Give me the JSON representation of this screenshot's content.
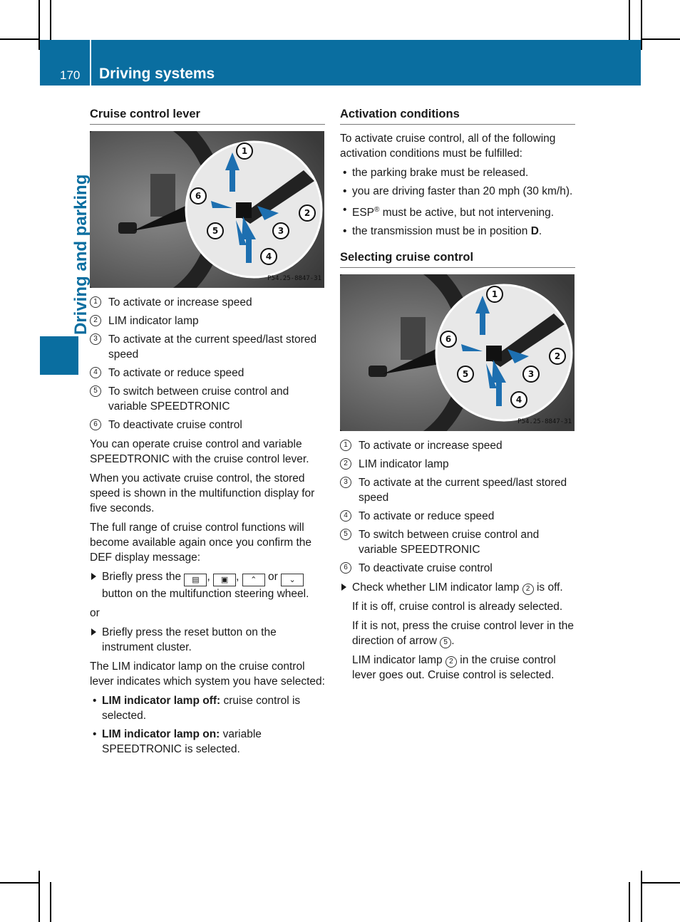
{
  "header": {
    "page_number": "170",
    "chapter": "Driving systems"
  },
  "side_tab": "Driving and parking",
  "left": {
    "heading": "Cruise control lever",
    "figure_code": "P54.25-8847-31",
    "legend": [
      {
        "num": "1",
        "text": "To activate or increase speed"
      },
      {
        "num": "2",
        "text": "LIM indicator lamp"
      },
      {
        "num": "3",
        "text": "To activate at the current speed/last stored speed"
      },
      {
        "num": "4",
        "text": "To activate or reduce speed"
      },
      {
        "num": "5",
        "text": "To switch between cruise control and variable SPEEDTRONIC"
      },
      {
        "num": "6",
        "text": "To deactivate cruise control"
      }
    ],
    "para1": "You can operate cruise control and variable SPEEDTRONIC with the cruise control lever.",
    "para2": "When you activate cruise control, the stored speed is shown in the multifunction display for five seconds.",
    "para3": "The full range of cruise control functions will become available again once you confirm the DEF display message:",
    "step1_pre": "Briefly press the",
    "step1_sep1": ",",
    "step1_sep2": ",",
    "step1_or": "or",
    "step1_post": "button on the multifunction steering wheel.",
    "or": "or",
    "step2": "Briefly press the reset button on the instrument cluster.",
    "para4": "The LIM indicator lamp on the cruise control lever indicates which system you have selected:",
    "bullet1_bold": "LIM indicator lamp off:",
    "bullet1_text": " cruise control is selected.",
    "bullet2_bold": "LIM indicator lamp on:",
    "bullet2_text": " variable SPEEDTRONIC is selected."
  },
  "right": {
    "heading1": "Activation conditions",
    "intro": "To activate cruise control, all of the following activation conditions must be fulfilled:",
    "conditions": [
      "the parking brake must be released.",
      "you are driving faster than 20 mph (30 km/h)."
    ],
    "esp_pre": "ESP",
    "esp_reg": "®",
    "esp_post": " must be active, but not intervening.",
    "trans_pre": "the transmission must be in position ",
    "trans_bold": "D",
    "trans_post": ".",
    "heading2": "Selecting cruise control",
    "figure_code": "P54.25-8847-31",
    "legend": [
      {
        "num": "1",
        "text": "To activate or increase speed"
      },
      {
        "num": "2",
        "text": "LIM indicator lamp"
      },
      {
        "num": "3",
        "text": "To activate at the current speed/last stored speed"
      },
      {
        "num": "4",
        "text": "To activate or reduce speed"
      },
      {
        "num": "5",
        "text": "To switch between cruise control and variable SPEEDTRONIC"
      },
      {
        "num": "6",
        "text": "To deactivate cruise control"
      }
    ],
    "step_pre": "Check whether LIM indicator lamp",
    "step_num": "2",
    "step_post": "is off.",
    "line1": "If it is off, cruise control is already selected.",
    "line2_pre": "If it is not, press the cruise control lever in the direction of arrow",
    "line2_num": "5",
    "line2_post": ".",
    "line3_pre": "LIM indicator lamp",
    "line3_num": "2",
    "line3_post": "in the cruise control lever goes out. Cruise control is selected."
  }
}
